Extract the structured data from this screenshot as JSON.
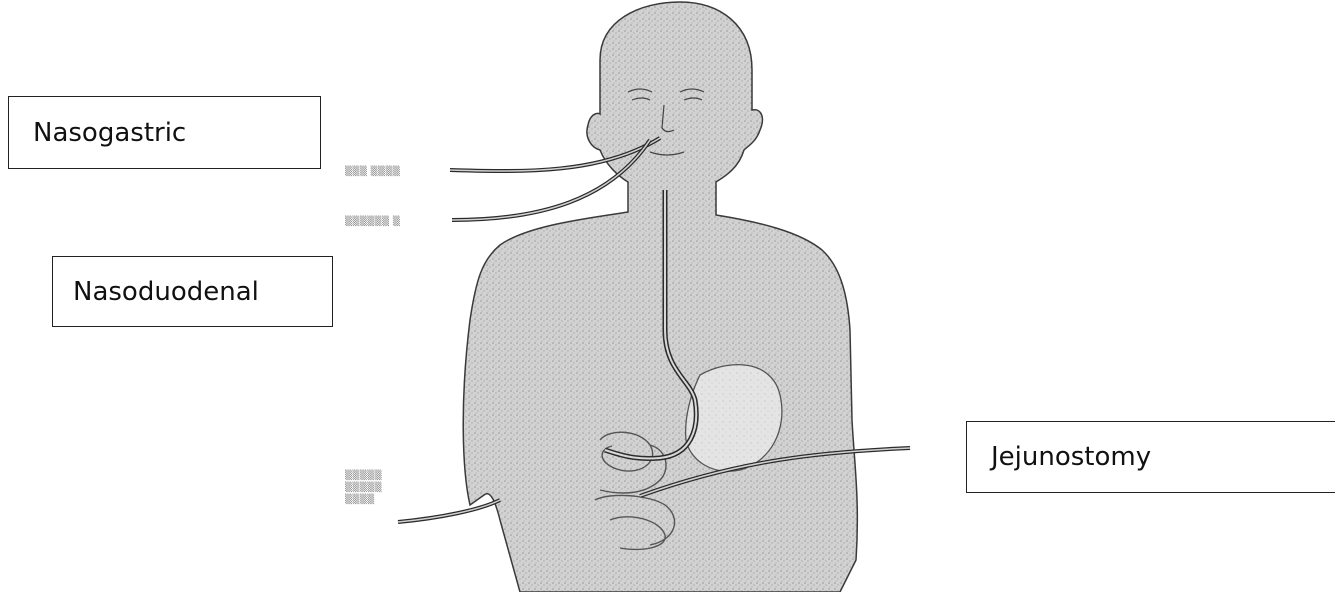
{
  "diagram": {
    "labels": {
      "nasogastric": "Nasogastric",
      "nasoduodenal": "Nasoduodenal",
      "jejunostomy": "Jejunostomy"
    }
  },
  "colors": {
    "body_fill": "#c9c9c9",
    "outline": "#3a3a3a",
    "tube": "#2b2b2b",
    "box_border": "#222222"
  }
}
